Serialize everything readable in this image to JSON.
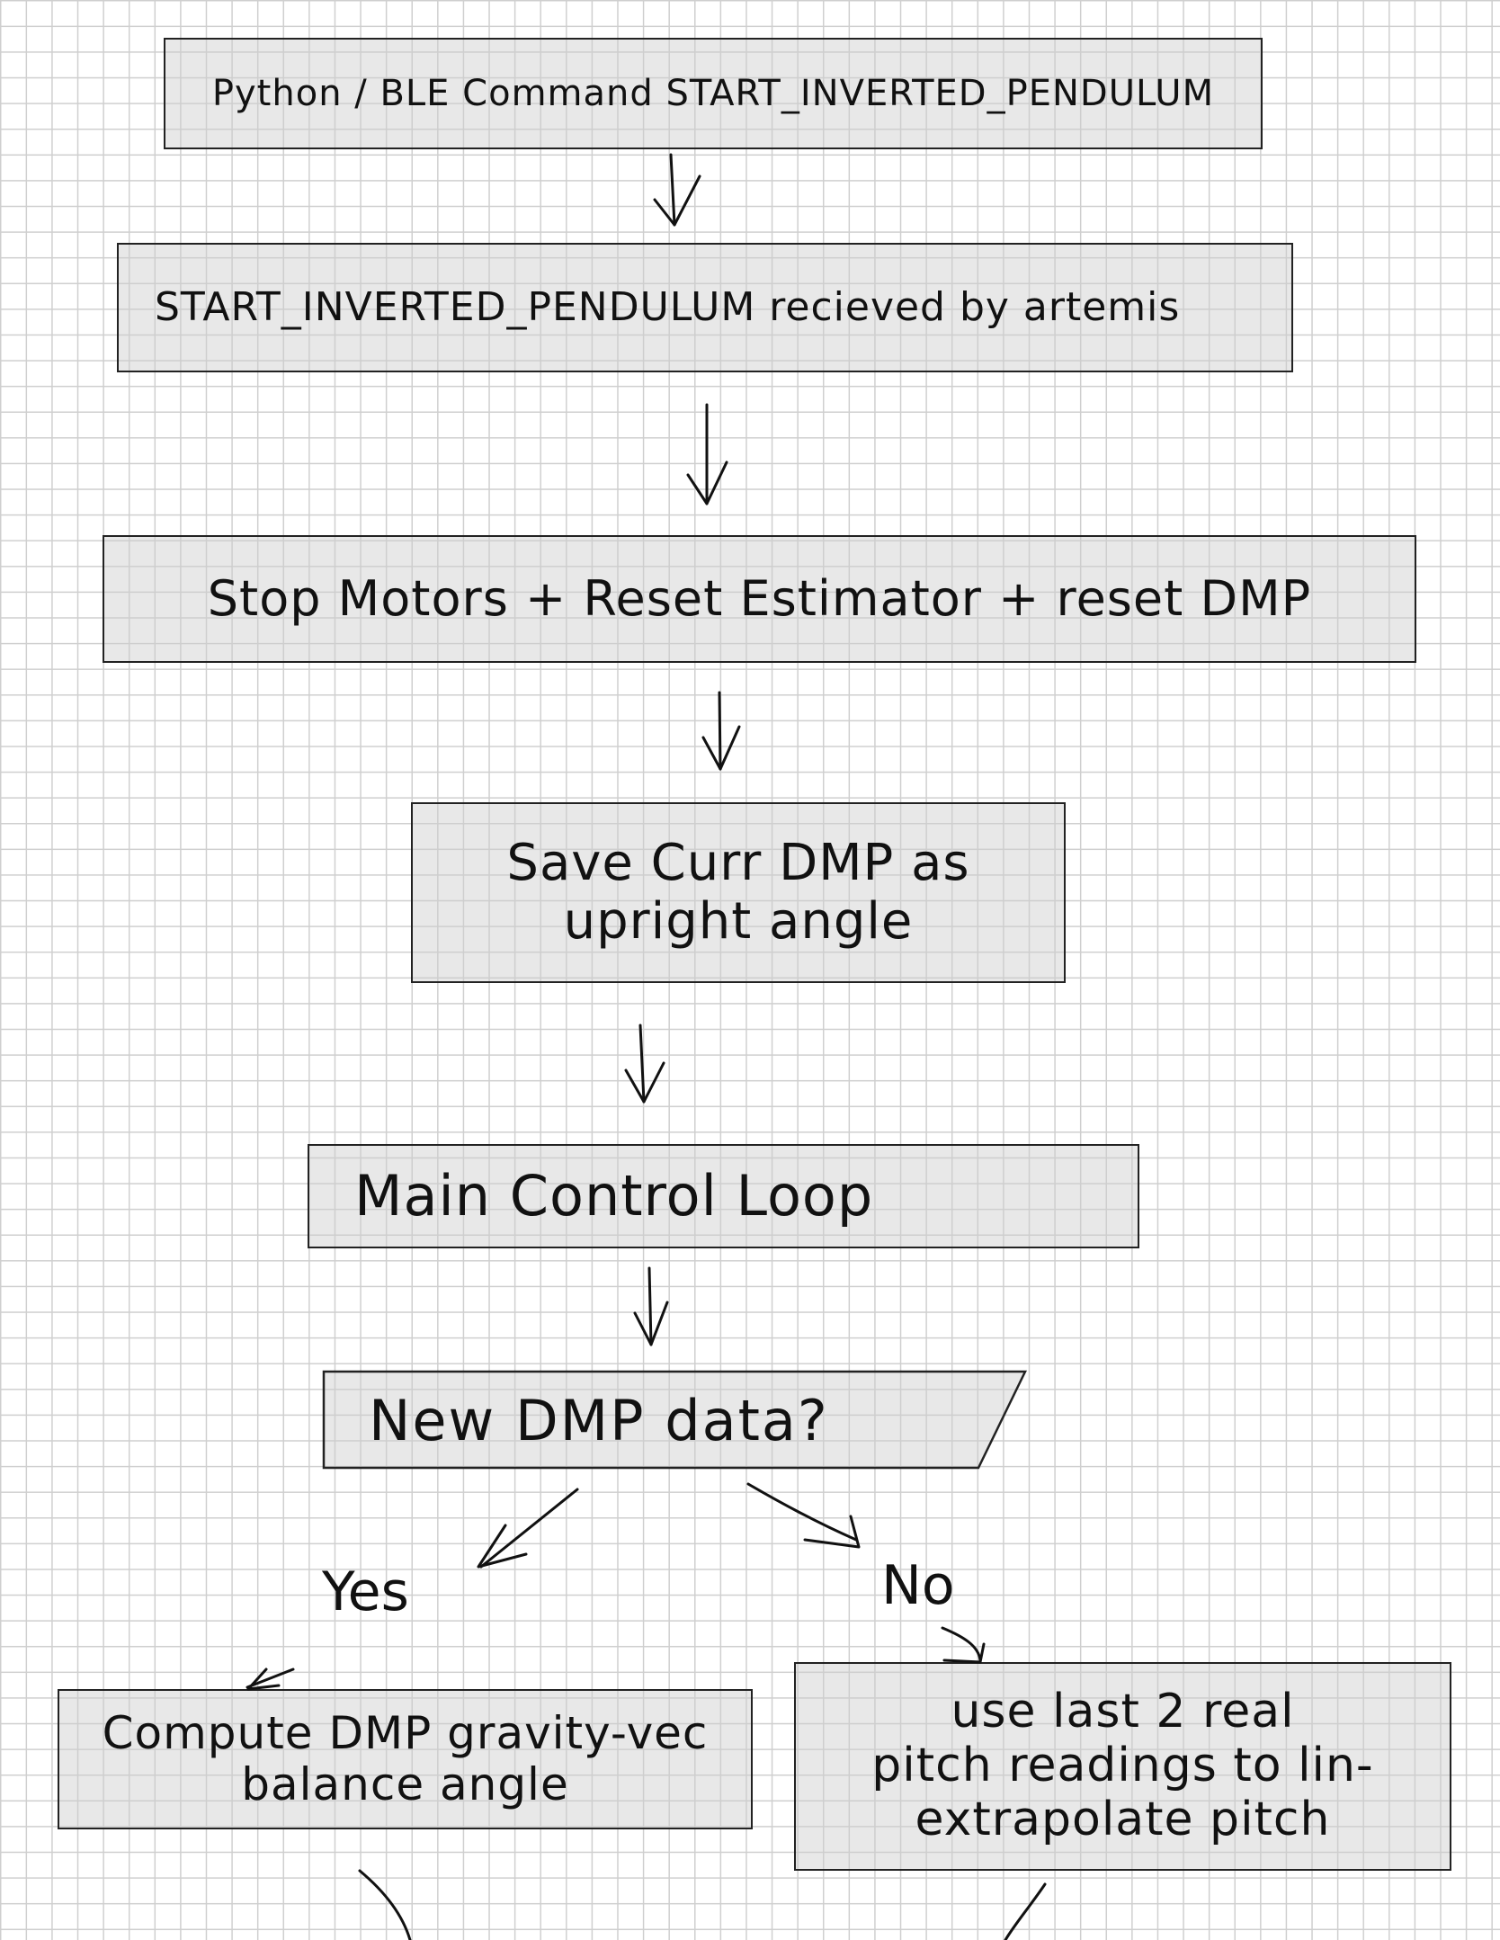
{
  "nodes": [
    {
      "id": "python",
      "text": "Python / BLE Command   START_INVERTED_PENDULUM"
    },
    {
      "id": "received",
      "text": "START_INVERTED_PENDULUM  recieved  by artemis"
    },
    {
      "id": "stop",
      "text": "Stop  Motors  +  Reset  Estimator +  reset DMP"
    },
    {
      "id": "save",
      "text": "Save Curr DMP as\nupright angle"
    },
    {
      "id": "main",
      "text": "Main    Control  Loop"
    },
    {
      "id": "compute",
      "text": "Compute DMP gravity-vec\nbalance  angle"
    },
    {
      "id": "use",
      "text": "use   last  2 real\npitch  readings  to  lin-\nextrapolate  pitch"
    }
  ],
  "decision": {
    "text": "New  DMP data?"
  },
  "edge_labels": {
    "yes": "Yes",
    "no": "No"
  }
}
